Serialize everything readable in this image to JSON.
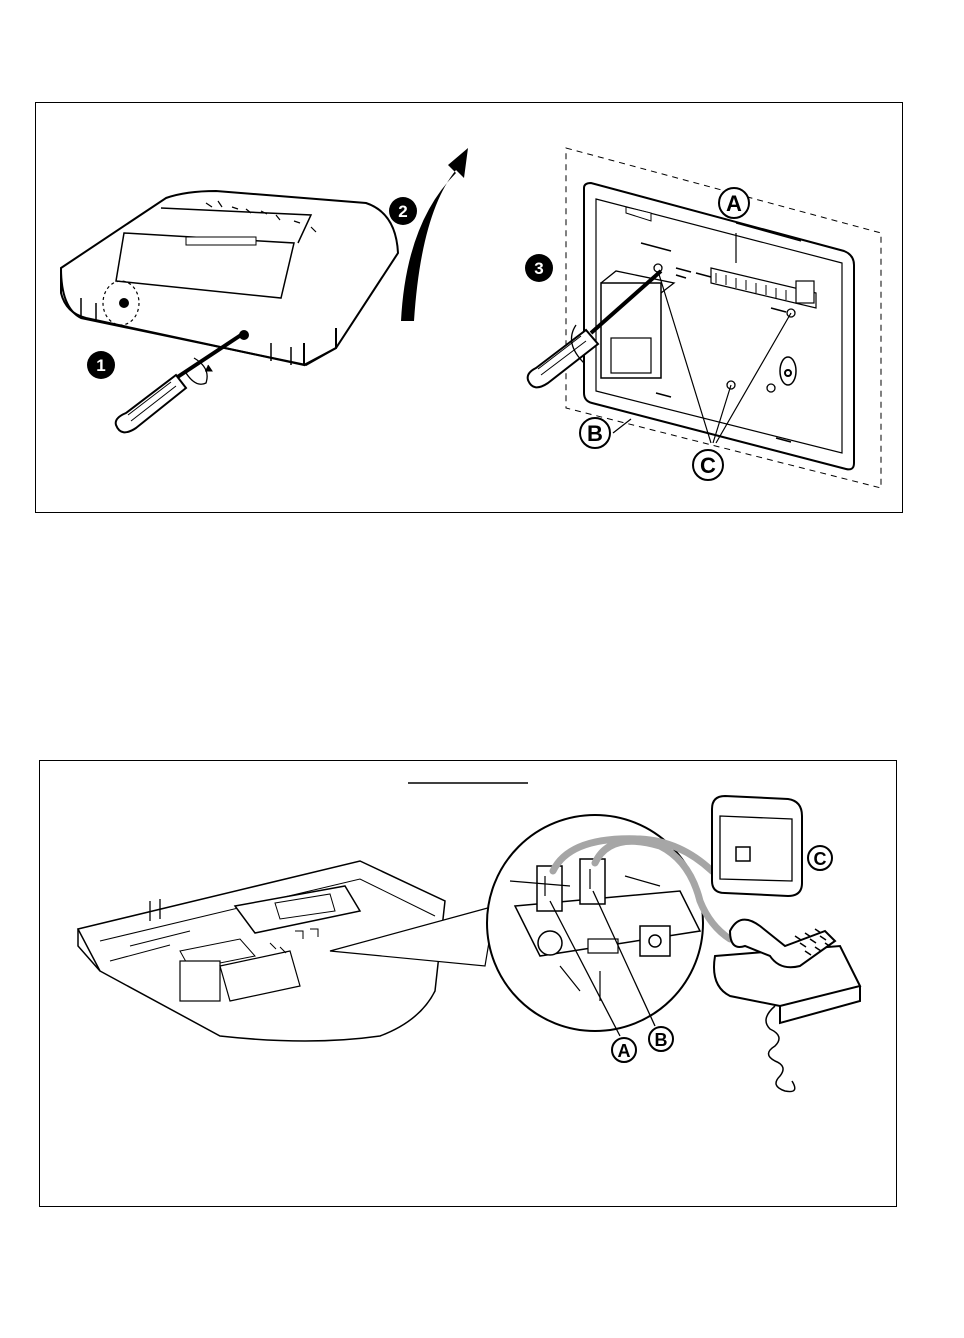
{
  "figure1": {
    "step_markers": [
      "1",
      "2",
      "3"
    ],
    "callouts": {
      "a": "A",
      "b": "B",
      "c": "C"
    }
  },
  "figure2": {
    "callouts": {
      "a": "A",
      "b": "B",
      "c": "C"
    }
  },
  "icons": [
    "screwdriver-icon",
    "curved-arrow-icon",
    "telephone-icon",
    "wall-jack-icon"
  ],
  "colors": {
    "line": "#000000",
    "cable": "#a6a6a6",
    "fill": "#ffffff"
  }
}
